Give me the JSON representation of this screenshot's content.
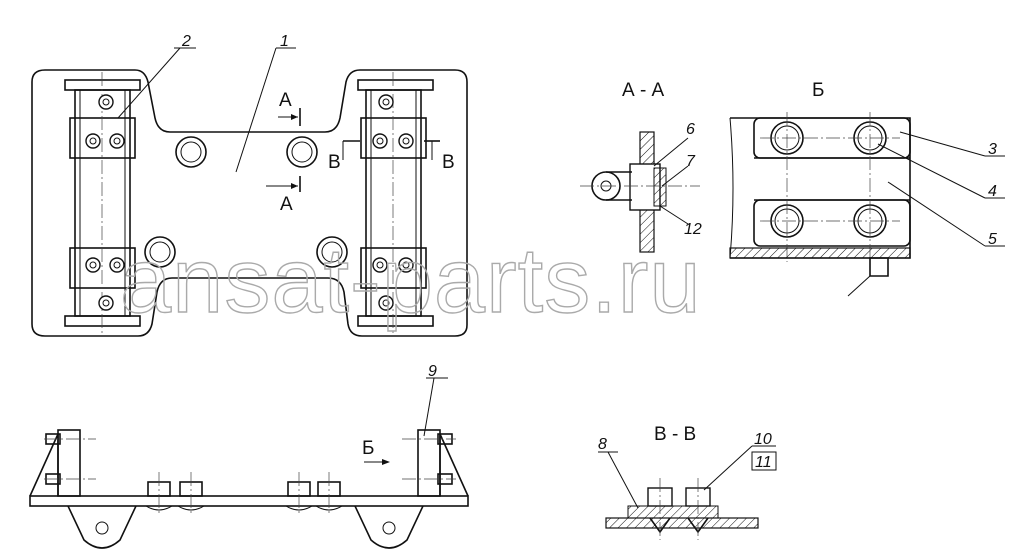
{
  "watermark": "ansat-parts.ru",
  "section_titles": {
    "aa": "А - А",
    "b": "Б",
    "vv": "В - В"
  },
  "markers": {
    "a_top": "А",
    "a_bottom": "А",
    "v_left": "В",
    "v_right": "В",
    "b_arrow": "Б"
  },
  "callouts": {
    "c1": "1",
    "c2": "2",
    "c3": "3",
    "c4": "4",
    "c5": "5",
    "c6": "6",
    "c7": "7",
    "c8": "8",
    "c9": "9",
    "c10": "10",
    "c11": "11",
    "c12": "12"
  }
}
